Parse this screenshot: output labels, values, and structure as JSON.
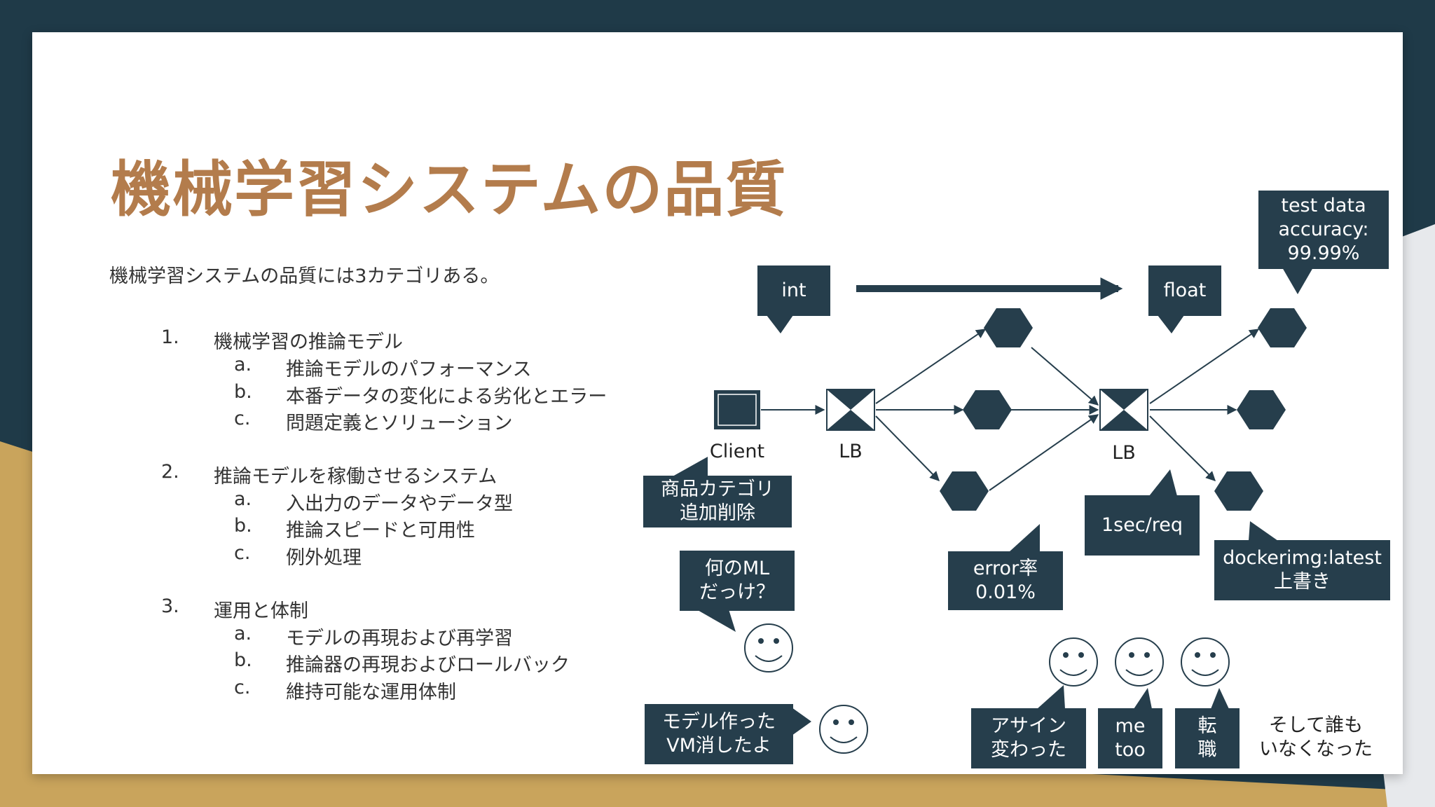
{
  "slide": {
    "title": "機械学習システムの品質",
    "intro": "機械学習システムの品質には3カテゴリある。",
    "sections": [
      {
        "num": "1.",
        "label": "機械学習の推論モデル",
        "items": [
          {
            "mark": "a.",
            "text": "推論モデルのパフォーマンス"
          },
          {
            "mark": "b.",
            "text": "本番データの変化による劣化とエラー"
          },
          {
            "mark": "c.",
            "text": "問題定義とソリューション"
          }
        ]
      },
      {
        "num": "2.",
        "label": "推論モデルを稼働させるシステム",
        "items": [
          {
            "mark": "a.",
            "text": "入出力のデータやデータ型"
          },
          {
            "mark": "b.",
            "text": "推論スピードと可用性"
          },
          {
            "mark": "c.",
            "text": "例外処理"
          }
        ]
      },
      {
        "num": "3.",
        "label": "運用と体制",
        "items": [
          {
            "mark": "a.",
            "text": "モデルの再現および再学習"
          },
          {
            "mark": "b.",
            "text": "推論器の再現およびロールバック"
          },
          {
            "mark": "c.",
            "text": "維持可能な運用体制"
          }
        ]
      }
    ]
  },
  "diagram": {
    "client_label": "Client",
    "lb1_label": "LB",
    "lb2_label": "LB",
    "bubble_int": "int",
    "bubble_float": "float",
    "bubble_test": "test data\naccuracy:\n99.99%",
    "bubble_category": "商品カテゴリ\n追加削除",
    "bubble_which_ml": "何のML\nだっけ？",
    "bubble_rate": "1sec/req",
    "bubble_error": "error率\n0.01%",
    "bubble_docker": "dockerimg:latest\n上書き",
    "bubble_vm": "モデル作った\nVM消したよ",
    "bubble_assign": "アサイン\n変わった",
    "bubble_me_too": "me\ntoo",
    "bubble_job": "転\n職",
    "closing_text": "そして誰も\nいなくなった"
  },
  "colors": {
    "navy": "#1f3a48",
    "gold": "#c9a45c",
    "title": "#b37c4c",
    "bubble": "#263e4c"
  }
}
